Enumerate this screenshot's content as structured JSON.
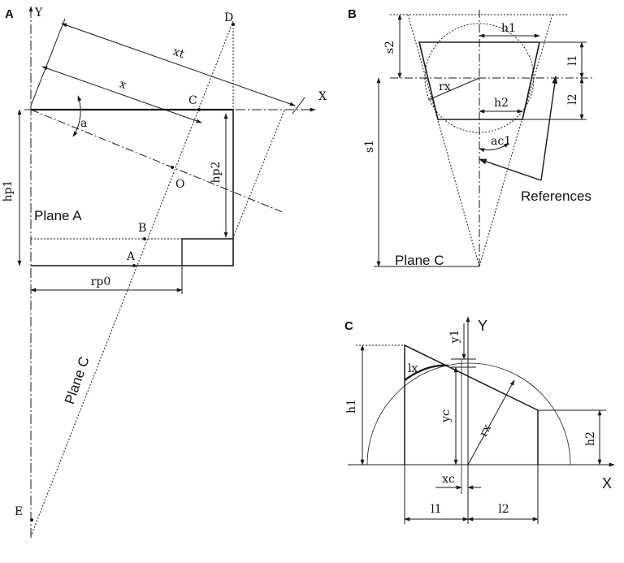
{
  "panels": {
    "a": {
      "label": "A",
      "axis_y": "Y",
      "axis_x": "X",
      "points": {
        "d": "D",
        "c": "C",
        "o": "O",
        "b": "B",
        "a": "A",
        "e": "E"
      },
      "dims": {
        "xt": "xt",
        "x": "x",
        "a": "a",
        "hp1": "hp1",
        "hp2": "hp2",
        "rp0": "rp0"
      },
      "plane_a": "Plane A",
      "plane_c": "Plane C"
    },
    "b": {
      "label": "B",
      "dims": {
        "s2": "s2",
        "h1": "h1",
        "l1": "l1",
        "rx": "rx",
        "h2": "h2",
        "l2": "l2",
        "s1": "s1",
        "ac1": "ac1"
      },
      "references": "References",
      "plane_c": "Plane C"
    },
    "c": {
      "label": "C",
      "axis_y": "Y",
      "axis_x": "X",
      "dims": {
        "y1": "y1",
        "lx": "lx",
        "h1": "h1",
        "yc": "yc",
        "rx": "rx",
        "h2": "h2",
        "xc": "xc",
        "l1": "l1",
        "l2": "l2"
      }
    }
  },
  "colors": {
    "line": "#1a1a1a",
    "background": "#ffffff"
  }
}
